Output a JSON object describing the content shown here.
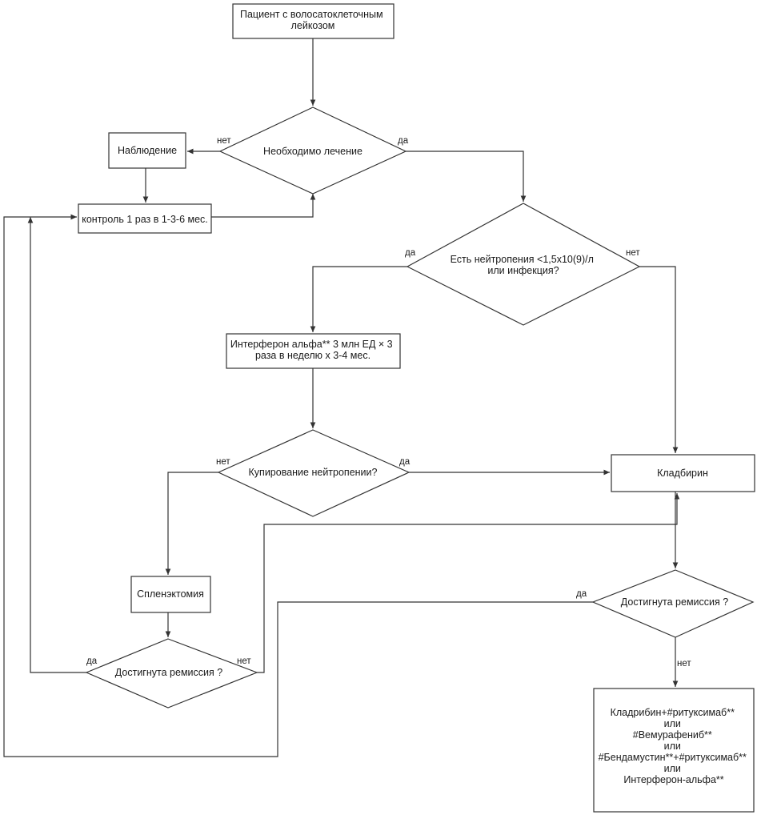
{
  "nodes": {
    "start": [
      "Пациент с волосатоклеточным",
      "лейкозом"
    ],
    "need_treatment": [
      "Необходимо лечение"
    ],
    "observation": [
      "Наблюдение"
    ],
    "control": [
      "контроль 1 раз в 1-3-6 мес."
    ],
    "neutropenia": [
      "Есть нейтропения <1,5x10(9)/л",
      "или инфекция?"
    ],
    "interferon": [
      "Интерферон альфа** 3 млн ЕД × 3",
      "раза в неделю х 3-4 мес."
    ],
    "neutro_relief": [
      "Купирование нейтропении?"
    ],
    "cladribine": [
      "Кладбирин"
    ],
    "splenectomy": [
      "Спленэктомия"
    ],
    "remission_right": [
      "Достигнута ремиссия ?"
    ],
    "remission_left": [
      "Достигнута ремиссия ?"
    ],
    "alternatives": [
      "Кладрибин+#ритуксимаб**",
      "или",
      "#Вемурафениб**",
      "или",
      "#Бендамустин**+#ритуксимаб**",
      "или",
      "Интерферон-альфа**"
    ]
  },
  "edge_labels": {
    "need_no": "нет",
    "need_yes": "да",
    "neutro_yes": "да",
    "neutro_no": "нет",
    "relief_no": "нет",
    "relief_yes": "да",
    "rem_right_yes": "да",
    "rem_right_no": "нет",
    "rem_left_yes": "да",
    "rem_left_no": "нет"
  }
}
